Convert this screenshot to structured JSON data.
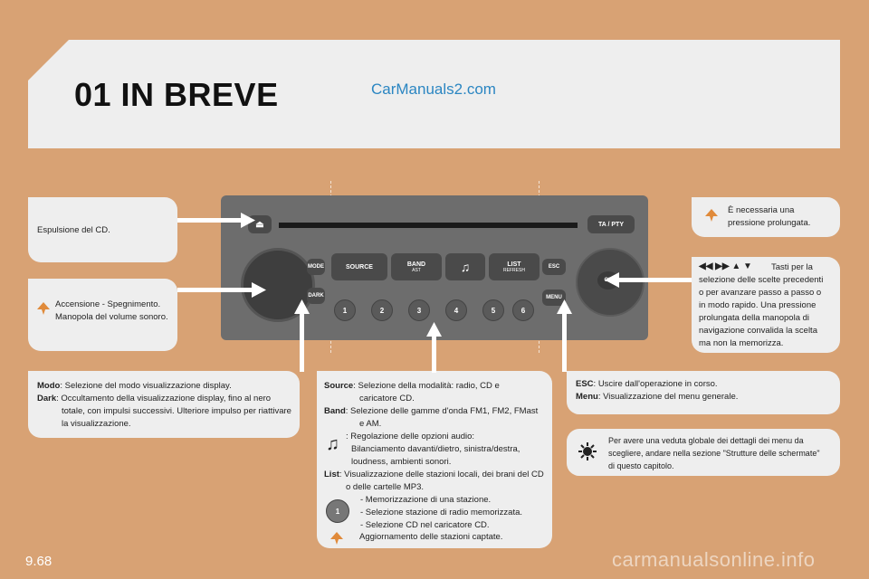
{
  "header": {
    "title": "01 IN BREVE",
    "watermark": "CarManuals2.com"
  },
  "callouts": {
    "eject": "Espulsione del CD.",
    "power_line1": "Accensione - Spegnimento.",
    "power_line2": "Manopola del volume sonoro.",
    "long_press_line1": "È necessaria una",
    "long_press_line2": "pressione prolungata.",
    "arrows_glyphs": "◀◀  ▶▶  ▲  ▼",
    "arrows_lines": [
      "Tasti per la",
      "selezione delle scelte precedenti",
      "o per avanzare passo a passo o",
      "in modo rapido. Una pressione",
      "prolungata della manopola di",
      "navigazione convalida la scelta",
      "ma non la memorizza."
    ],
    "mode_label": "Modo",
    "mode_text": ": Selezione del modo visualizzazione display.",
    "dark_label": "Dark",
    "dark_text": ": Occultamento della visualizzazione display, fino al nero",
    "dark_line2": "totale, con impulsi successivi. Ulteriore impulso per riattivare",
    "dark_line3": "la visualizzazione.",
    "source_label": "Source",
    "source_text": ": Selezione della modalità: radio, CD e",
    "source_line2": "caricatore CD.",
    "band_label": "Band",
    "band_text": ": Selezione delle gamme d'onda FM1, FM2, FMast",
    "band_line2": "e AM.",
    "audio_line1": ": Regolazione delle opzioni audio:",
    "audio_line2": "Bilanciamento davanti/dietro, sinistra/destra,",
    "audio_line3": "loudness, ambienti sonori.",
    "list_label": "List",
    "list_text": ": Visualizzazione delle stazioni locali, dei brani del CD",
    "list_line2": "o delle cartelle MP3.",
    "preset_lines": [
      "-      Memorizzazione di una stazione.",
      "-      Selezione stazione di radio memorizzata.",
      "-      Selezione CD nel caricatore CD."
    ],
    "preset_long": "Aggiornamento delle stazioni captate.",
    "esc_label": "ESC",
    "esc_text": ": Uscire dall'operazione in corso.",
    "menu_label": "Menu",
    "menu_text": ": Visualizzazione del menu generale.",
    "info_lines": [
      "Per avere una veduta globale dei dettagli dei menu da",
      "scegliere, andare nella sezione \"Strutture delle schermate\"",
      "di questo capitolo."
    ]
  },
  "radio": {
    "buttons": {
      "mode": "MODE",
      "dark": "DARK",
      "source": "SOURCE",
      "band": "BAND",
      "band_sub": "AST",
      "list": "LIST",
      "list_sub": "REFRESH",
      "esc": "ESC",
      "menu": "MENU",
      "ta": "TA / PTY",
      "ok": "OK"
    },
    "presets": [
      "1",
      "2",
      "3",
      "4",
      "5",
      "6"
    ],
    "music_note": "♫"
  },
  "footer": {
    "page": "9.68",
    "site": "carmanualsonline.info"
  }
}
